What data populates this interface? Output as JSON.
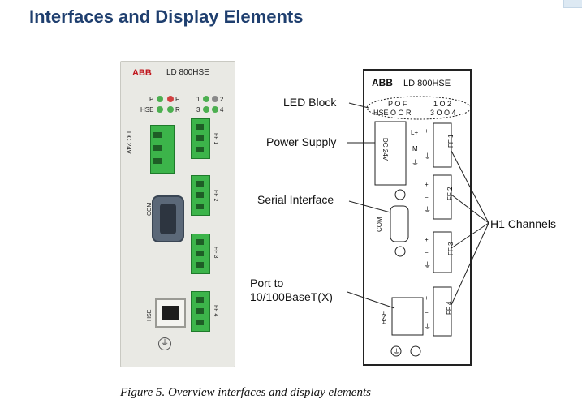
{
  "page": {
    "title": "Interfaces and Display Elements",
    "caption": "Figure 5. Overview interfaces and display elements"
  },
  "photo": {
    "brand": "ABB",
    "model": "LD 800HSE",
    "leds_row1": [
      "P",
      "F",
      "1",
      "2"
    ],
    "leds_row2_prefix": "HSE",
    "leds_row2": [
      "R",
      "3",
      "4"
    ],
    "power_label": "DC 24V",
    "com_label": "COM",
    "hse_label": "HSE",
    "ff_labels": [
      "FF 1",
      "FF 2",
      "FF 3",
      "FF 4"
    ]
  },
  "callouts": {
    "led_block": "LED Block",
    "power_supply": "Power Supply",
    "serial_interface": "Serial Interface",
    "port_line1": "Port to",
    "port_line2": "10/100BaseT(X)",
    "h1_channels": "H1 Channels"
  },
  "schematic": {
    "brand": "ABB",
    "model": "LD 800HSE",
    "led_row1_left": "P O F",
    "led_row1_right": "1 O 2",
    "led_row2_left": "HSE O O R",
    "led_row2_right": "3 O O 4",
    "power_label": "DC 24V",
    "power_pins": [
      "L+",
      "M",
      "⏚"
    ],
    "com_label": "COM",
    "hse_label": "HSE",
    "ff_labels": [
      "FF 1",
      "FF 2",
      "FF 3",
      "FF 4"
    ],
    "ff_pins": [
      "+",
      "−",
      "⏚"
    ]
  },
  "colors": {
    "title": "#1f3f6f",
    "terminal_green": "#3cb44a",
    "led_green": "#4caf50",
    "led_red": "#d04040"
  }
}
